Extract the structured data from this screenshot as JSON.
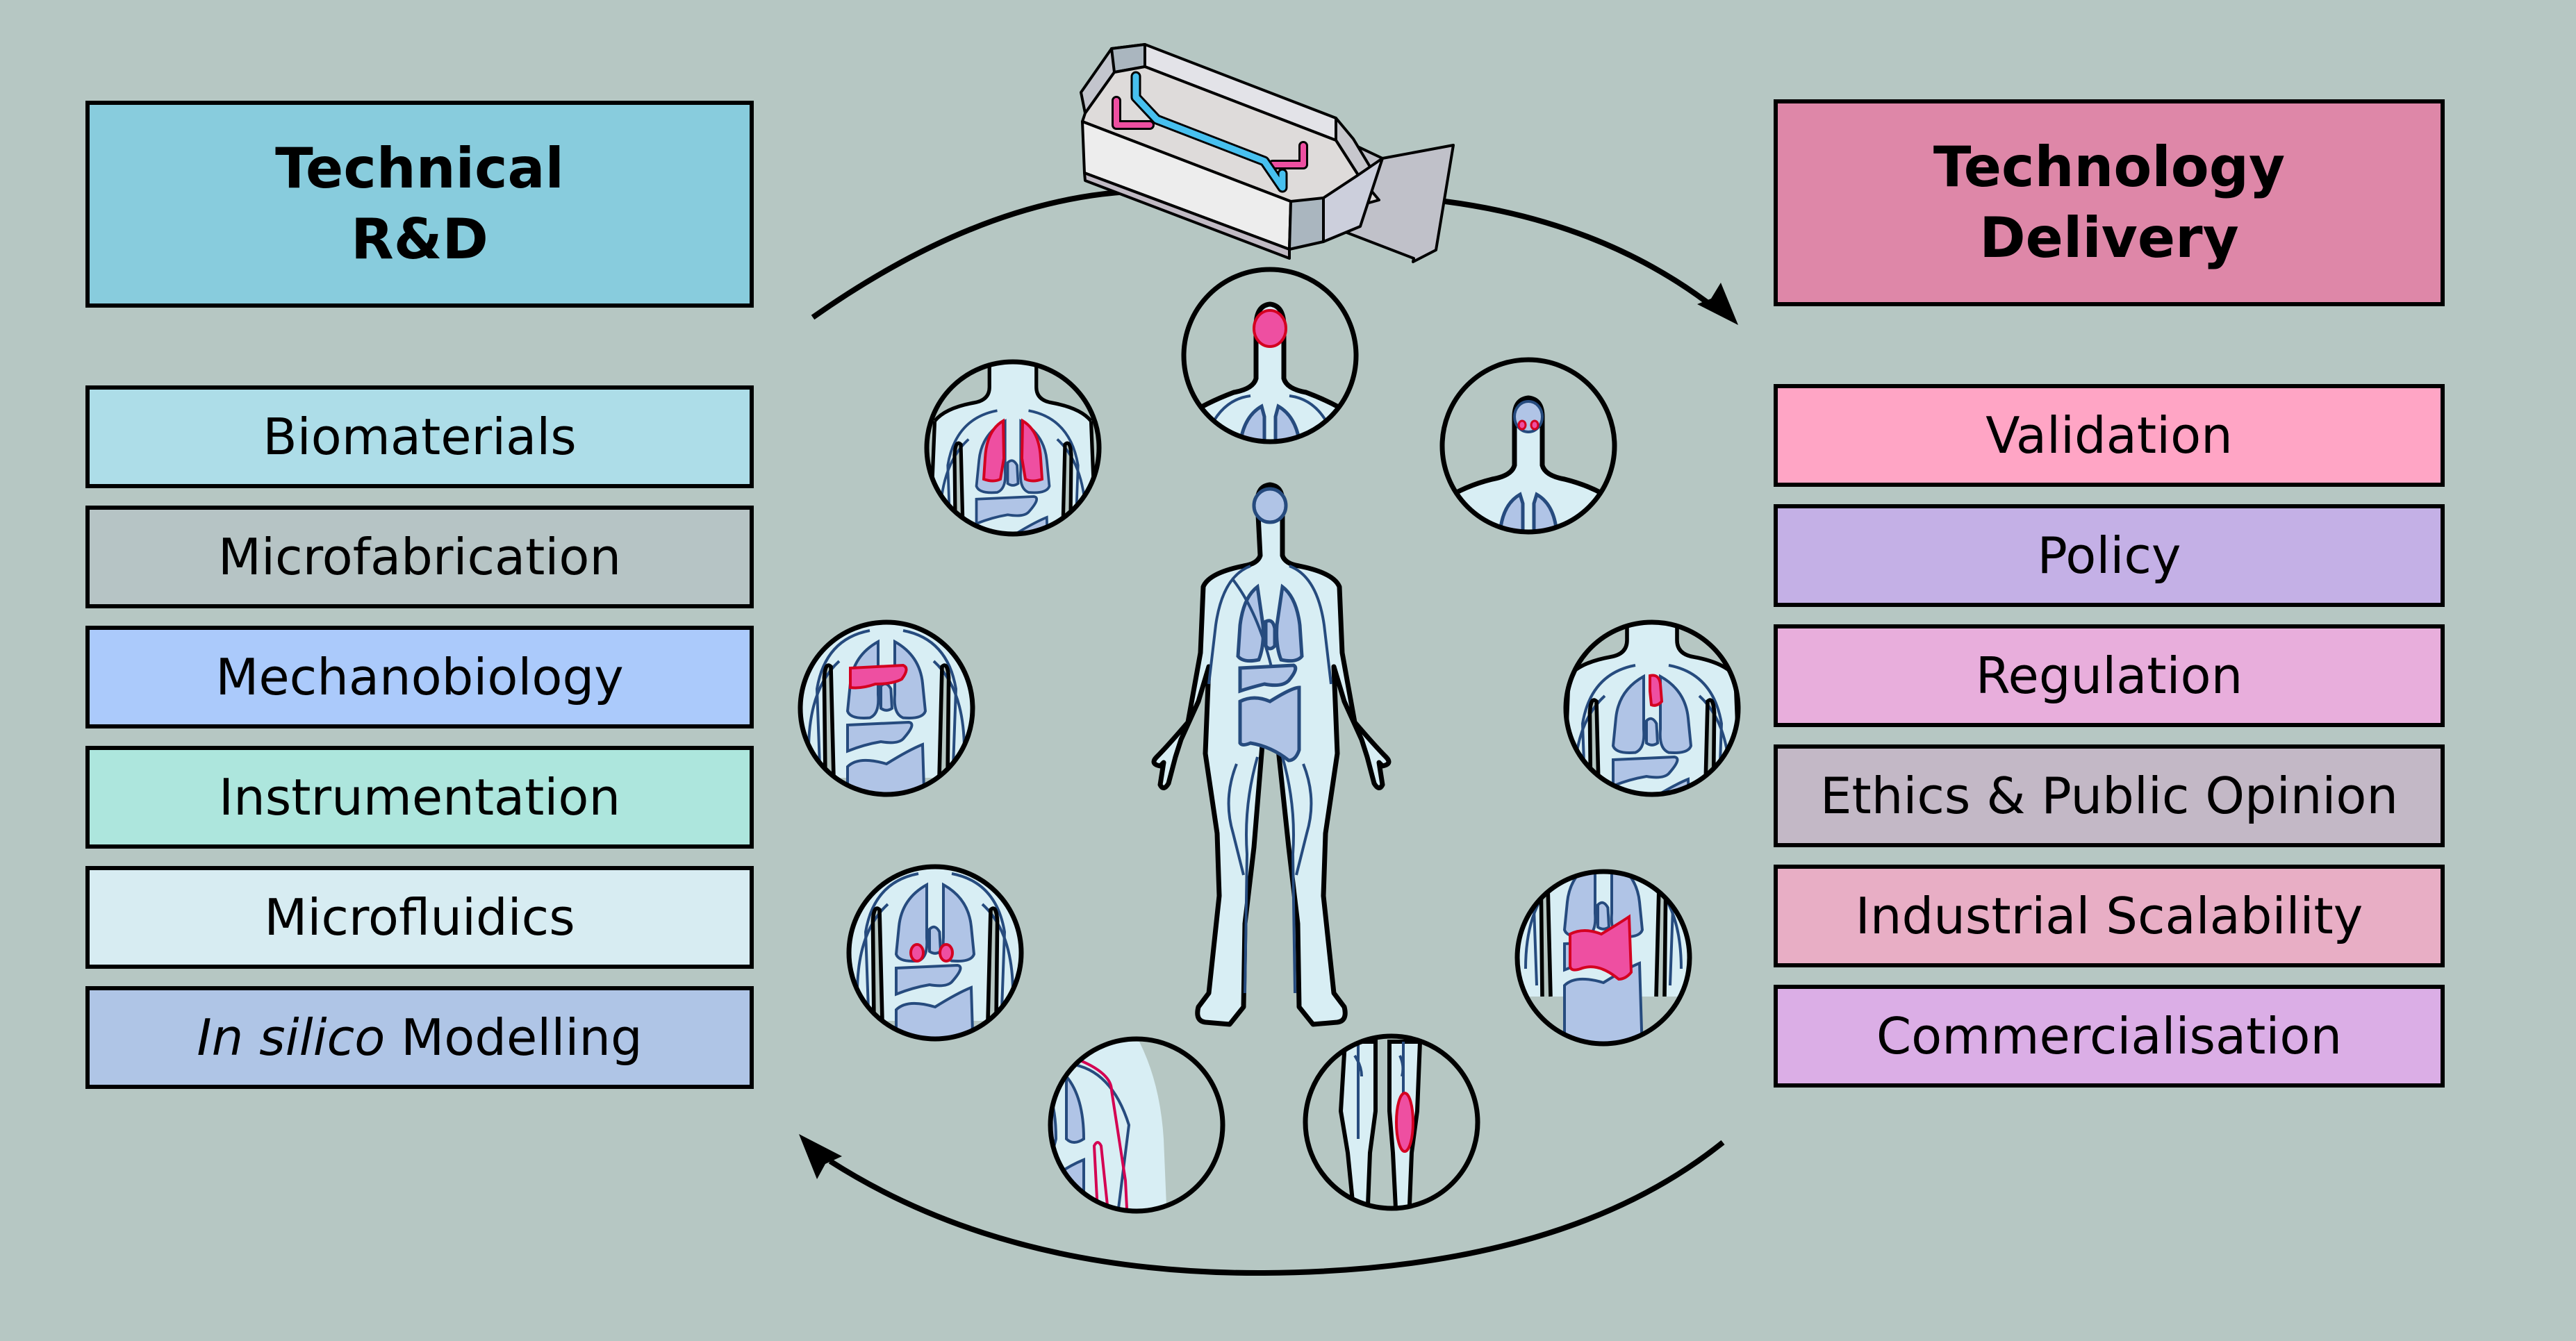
{
  "left_panel": {
    "header": {
      "line1": "Technical",
      "line2": "R&D",
      "color": "#88ccdd"
    },
    "items": [
      {
        "label": "Biomaterials",
        "color": "#addde8"
      },
      {
        "label": "Microfabrication",
        "color": "#b6c4c5"
      },
      {
        "label": "Mechanobiology",
        "color": "#abcafb"
      },
      {
        "label": "Instrumentation",
        "color": "#ade6dd"
      },
      {
        "label": "Microfluidics",
        "color": "#d7ecf2"
      },
      {
        "label_italic": "In silico",
        "label_rest": " Modelling",
        "color": "#afc5e6"
      }
    ]
  },
  "right_panel": {
    "header": {
      "line1": "Technology",
      "line2": "Delivery",
      "color": "#de87a8"
    },
    "items": [
      {
        "label": "Validation",
        "color": "#ffa5c5"
      },
      {
        "label": "Policy",
        "color": "#c4b0e6"
      },
      {
        "label": "Regulation",
        "color": "#e8aedc"
      },
      {
        "label": "Ethics & Public Opinion",
        "color": "#c3b8c6"
      },
      {
        "label": "Industrial Scalability",
        "color": "#e8aec5"
      },
      {
        "label": "Commercialisation",
        "color": "#dbaee6"
      }
    ]
  },
  "center": {
    "device": "organ-on-chip microfluidic device",
    "figure": "human body with organs",
    "organ_insets": [
      {
        "organ": "lungs"
      },
      {
        "organ": "brain"
      },
      {
        "organ": "eyes"
      },
      {
        "organ": "liver"
      },
      {
        "organ": "heart"
      },
      {
        "organ": "kidneys"
      },
      {
        "organ": "intestine"
      },
      {
        "organ": "blood-vessel"
      },
      {
        "organ": "muscle"
      }
    ],
    "cycle_arrows": [
      "rd-to-delivery",
      "delivery-to-rd"
    ]
  },
  "colors": {
    "background": "#b6c7c3",
    "highlight_organ": "#ee4fa1",
    "highlight_stroke": "#d40020",
    "body_fill": "#d8eef4",
    "organ_fill": "#b0c4e6",
    "vessel_stroke": "#264b7e",
    "channel_blue": "#47c0ef",
    "channel_pink": "#ee4fa1"
  }
}
